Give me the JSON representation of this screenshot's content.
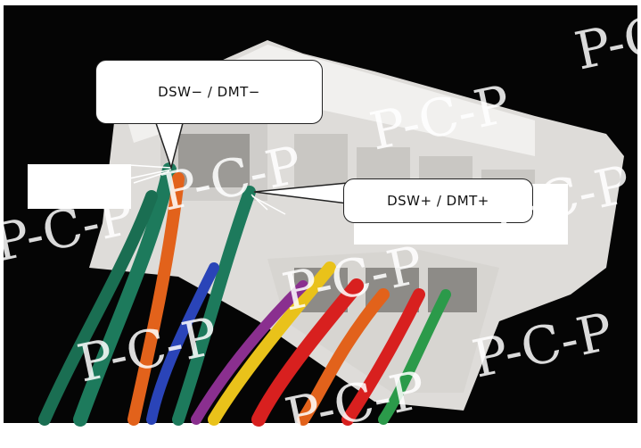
{
  "labels": {
    "top": "DSW− / DMT−",
    "right": "DSW+ / DMT+"
  },
  "watermark": "P-C-P",
  "colors": {
    "background": "#000000",
    "connector": "#e9e8e6",
    "wire_green": "#1d7a5c",
    "wire_red": "#d8201f",
    "wire_orange": "#e2621b",
    "wire_yellow": "#e9c21a",
    "wire_purple": "#8a2f8f"
  }
}
